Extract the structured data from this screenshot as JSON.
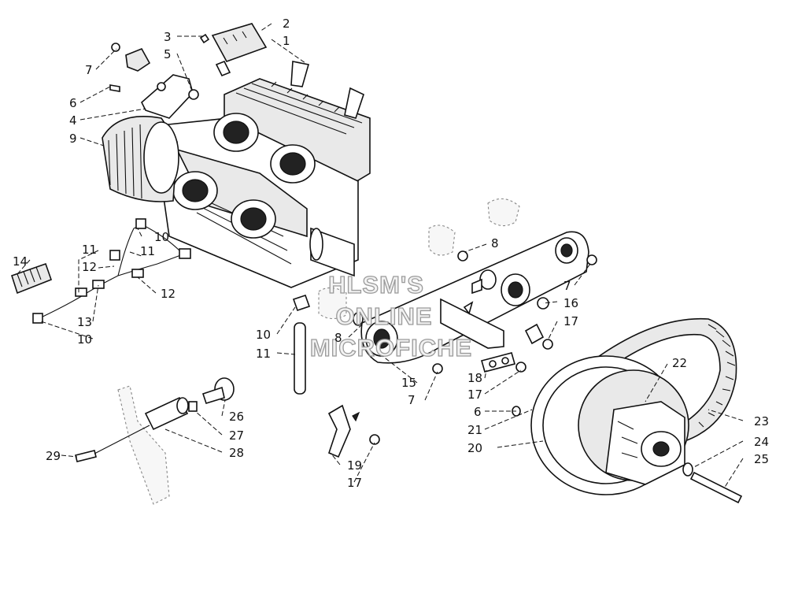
{
  "watermark": [
    "HLSM'S",
    "ONLINE",
    "MICROFICHE"
  ],
  "callouts": {
    "c1": "1",
    "c2": "2",
    "c3": "3",
    "c4": "4",
    "c5": "5",
    "c6": "6",
    "c7": "7",
    "c8": "8",
    "c9": "9",
    "c10": "10",
    "c11": "11",
    "c12": "12",
    "c13": "13",
    "c14": "14",
    "c15": "15",
    "c16": "16",
    "c17": "17",
    "c18": "18",
    "c19": "19",
    "c20": "20",
    "c21": "21",
    "c22": "22",
    "c23": "23",
    "c24": "24",
    "c25": "25",
    "c26": "26",
    "c27": "27",
    "c28": "28",
    "c29": "29"
  }
}
